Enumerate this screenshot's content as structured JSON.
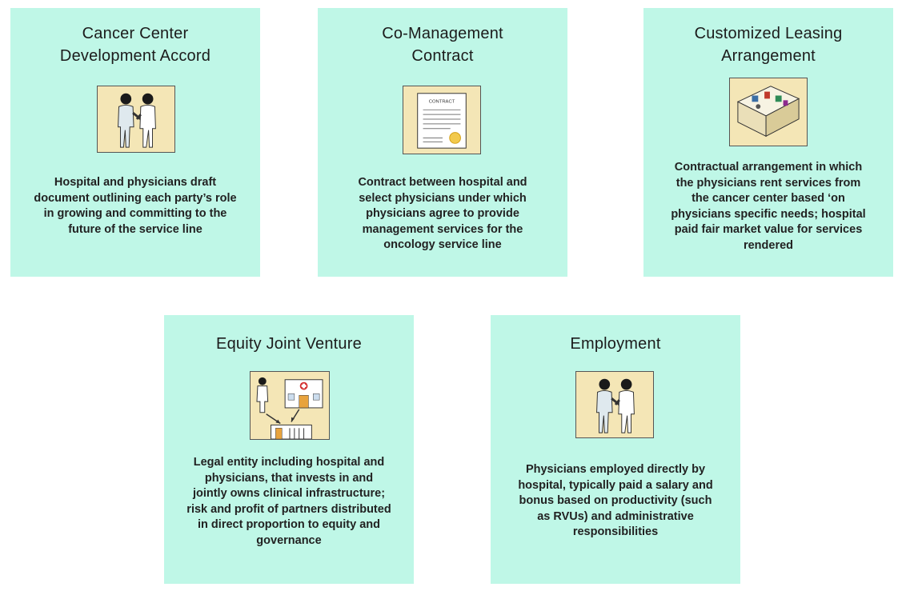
{
  "cards": [
    {
      "title_line1": "Cancer Center",
      "title_line2": "Development Accord",
      "icon": "handshake-icon",
      "description": "Hospital and physicians draft document outlining each party’s role in growing and committing to the future of the service line"
    },
    {
      "title_line1": "Co-Management",
      "title_line2": "Contract",
      "icon": "contract-document-icon",
      "icon_text": "CONTRACT",
      "description": "Contract between hospital and select physicians under which physicians agree to provide management services for the oncology service line"
    },
    {
      "title_line1": "Customized Leasing",
      "title_line2": "Arrangement",
      "icon": "leased-office-icon",
      "description": "Contractual arrangement in which the physicians rent services from the cancer center based ‘on physicians specific needs; hospital paid fair market value for services rendered"
    },
    {
      "title_line1": "Equity Joint Venture",
      "title_line2": "",
      "icon": "joint-venture-icon",
      "description": "Legal entity including hospital and physicians, that invests in and jointly owns clinical infrastructure; risk and profit of partners distributed in direct proportion to equity and governance"
    },
    {
      "title_line1": "Employment",
      "title_line2": "",
      "icon": "handshake-icon",
      "description": "Physicians employed directly by hospital, typically paid a salary and bonus based on productivity (such as RVUs) and administrative responsibilities"
    }
  ],
  "colors": {
    "card_background": "#bff7e7",
    "icon_background": "#f4e6b6"
  }
}
